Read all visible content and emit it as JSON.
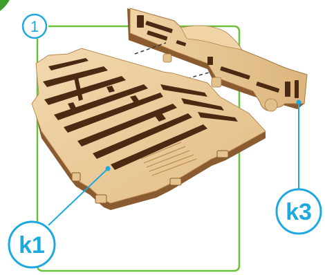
{
  "step": {
    "number": "1"
  },
  "callouts": {
    "k1": "k1",
    "k3": "k3"
  },
  "colors": {
    "frame": "#69c23a",
    "callout": "#1ea8e0",
    "wood_face": "#eccc9c",
    "wood_edge": "#8a5a30",
    "wood_dark": "#4a2a12"
  }
}
